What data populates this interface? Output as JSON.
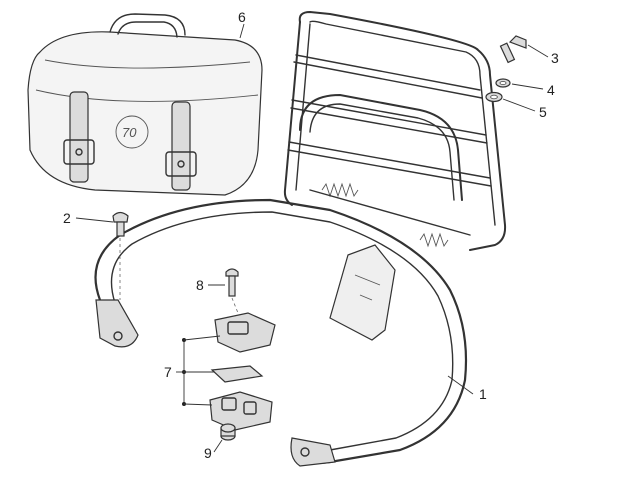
{
  "callouts": [
    {
      "id": "1",
      "label": "1"
    },
    {
      "id": "2",
      "label": "2"
    },
    {
      "id": "3",
      "label": "3"
    },
    {
      "id": "4",
      "label": "4"
    },
    {
      "id": "5",
      "label": "5"
    },
    {
      "id": "6",
      "label": "6"
    },
    {
      "id": "7",
      "label": "7"
    },
    {
      "id": "8",
      "label": "8"
    },
    {
      "id": "9",
      "label": "9"
    }
  ],
  "logo_text": "70"
}
